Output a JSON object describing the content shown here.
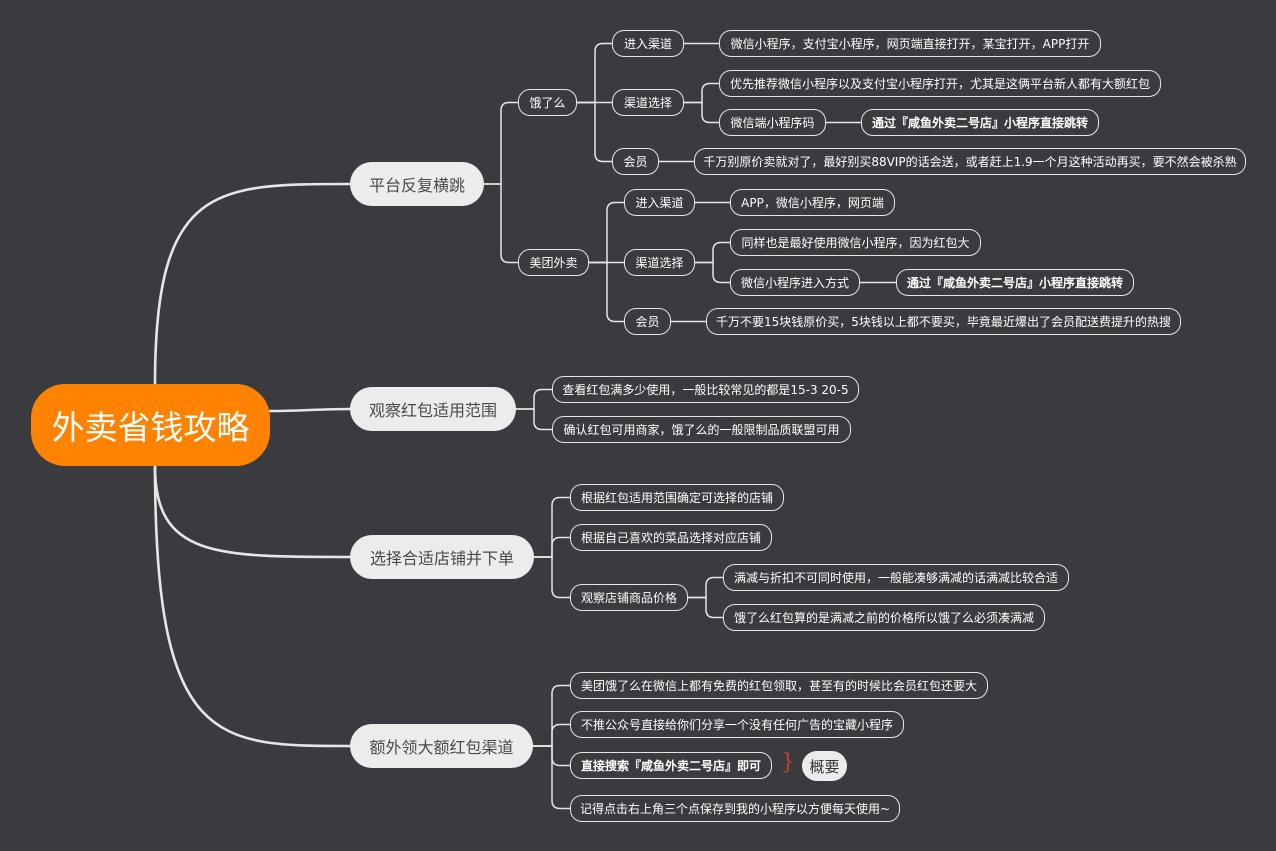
{
  "root": "外卖省钱攻略",
  "branches": {
    "platform": {
      "label": "平台反复横跳",
      "eleme": {
        "label": "饿了么",
        "channel": {
          "label": "进入渠道",
          "detail": "微信小程序，支付宝小程序，网页端直接打开，某宝打开，APP打开"
        },
        "choice": {
          "label": "渠道选择",
          "detail1": "优先推荐微信小程序以及支付宝小程序打开，尤其是这俩平台新人都有大额红包",
          "detail2": "微信端小程序码",
          "detail2_child": "通过『咸鱼外卖二号店』小程序直接跳转"
        },
        "member": {
          "label": "会员",
          "detail": "千万别原价卖就对了，最好别买88VIP的话会送，或者赶上1.9一个月这种活动再买，要不然会被杀熟"
        }
      },
      "meituan": {
        "label": "美团外卖",
        "channel": {
          "label": "进入渠道",
          "detail": "APP，微信小程序，网页端"
        },
        "choice": {
          "label": "渠道选择",
          "detail1": "同样也是最好使用微信小程序，因为红包大",
          "detail2": "微信小程序进入方式",
          "detail2_child": "通过『咸鱼外卖二号店』小程序直接跳转"
        },
        "member": {
          "label": "会员",
          "detail": "千万不要15块钱原价买，5块钱以上都不要买，毕竟最近爆出了会员配送费提升的热搜"
        }
      }
    },
    "redpacket": {
      "label": "观察红包适用范围",
      "items": [
        "查看红包满多少使用，一般比较常见的都是15-3 20-5",
        "确认红包可用商家，饿了么的一般限制品质联盟可用"
      ]
    },
    "shop": {
      "label": "选择合适店铺并下单",
      "items": [
        "根据红包适用范围确定可选择的店铺",
        "根据自己喜欢的菜品选择对应店铺"
      ],
      "price": {
        "label": "观察店铺商品价格",
        "items": [
          "满减与折扣不可同时使用，一般能凑够满减的话满减比较合适",
          "饿了么红包算的是满减之前的价格所以饿了么必须凑满减"
        ]
      }
    },
    "extra": {
      "label": "额外领大额红包渠道",
      "items": [
        "美团饿了么在微信上都有免费的红包领取，甚至有的时候比会员红包还要大",
        "不推公众号直接给你们分享一个没有任何广告的宝藏小程序",
        "直接搜索『咸鱼外卖二号店』即可",
        "记得点击右上角三个点保存到我的小程序以方便每天使用~"
      ],
      "summary": "概要"
    }
  },
  "colors": {
    "background": "#393b3f",
    "root": "#ff8200",
    "main_node": "#ececec",
    "line": "#e6e6e6",
    "summary_brace": "#d03a2e"
  }
}
